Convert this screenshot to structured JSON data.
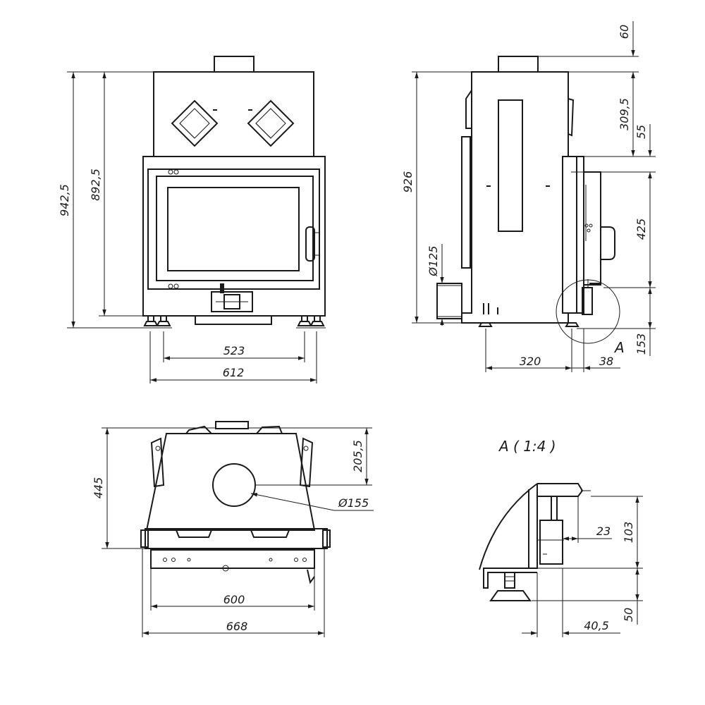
{
  "front_view": {
    "dim_total_height": "942,5",
    "dim_body_height": "892,5",
    "dim_feet_spacing": "523",
    "dim_width": "612"
  },
  "side_view": {
    "dim_flue_height": "60",
    "dim_top_section": "309,5",
    "dim_step": "55",
    "dim_door": "425",
    "dim_base": "153",
    "dim_total_height": "926",
    "dim_air_inlet": "Ø125",
    "dim_depth": "320",
    "dim_foot_offset": "38",
    "detail_marker": "A"
  },
  "top_view": {
    "dim_depth": "445",
    "dim_flue_offset": "205,5",
    "dim_flue_diameter": "Ø155",
    "dim_inner_width": "600",
    "dim_outer_width": "668"
  },
  "detail_view": {
    "title": "A ( 1:4 )",
    "dim_bracket": "23",
    "dim_height": "103",
    "dim_foot": "50",
    "dim_offset": "40,5"
  }
}
